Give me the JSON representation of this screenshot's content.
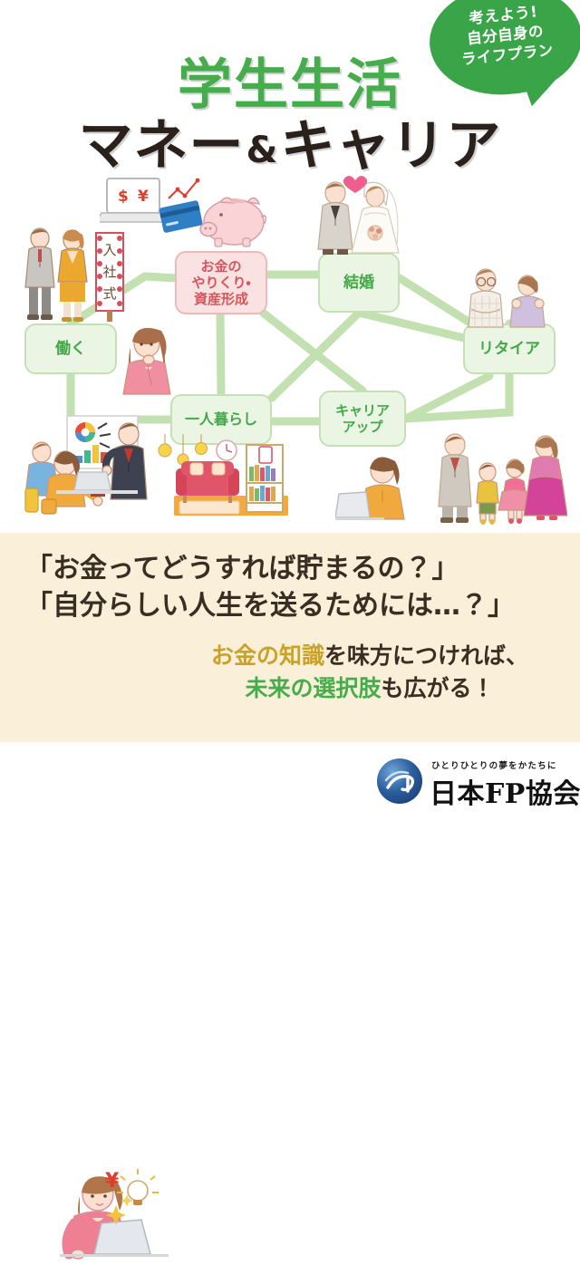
{
  "badge": {
    "lines": [
      "考えよう!",
      "自分自身の",
      "ライフプラン"
    ],
    "color": "#3aa548"
  },
  "title": {
    "line1": "学生生活",
    "line2_a": "マネー",
    "line2_amp": "&",
    "line2_b": "キャリア",
    "line1_color": "#45ad4b",
    "line2_color": "#2b211c"
  },
  "diagram": {
    "nodes": [
      {
        "id": "okane",
        "label": "お金の\nやりくり・\n資産形成",
        "type": "pink",
        "color": "#d4565c"
      },
      {
        "id": "kekkon",
        "label": "結婚",
        "type": "green",
        "color": "#43a847"
      },
      {
        "id": "hataraku",
        "label": "働く",
        "type": "green",
        "color": "#43a847"
      },
      {
        "id": "retire",
        "label": "リタイア",
        "type": "green",
        "color": "#43a847"
      },
      {
        "id": "hitori",
        "label": "一人暮らし",
        "type": "green",
        "color": "#43a847"
      },
      {
        "id": "career",
        "label": "キャリア\nアップ",
        "type": "green",
        "color": "#43a847"
      }
    ],
    "link_color": "#c3e0b0",
    "illustrations": [
      "new-employee-ceremony-illustration",
      "laptop-money-card-piggybank-illustration",
      "wedding-couple-illustration",
      "retired-couple-illustration",
      "thinking-woman-illustration",
      "seminar-presentation-illustration",
      "living-room-illustration",
      "woman-with-laptop-illustration",
      "family-of-four-illustration"
    ],
    "ceremony_sign": "入社式"
  },
  "bottom": {
    "quote1": "「お金ってどうすれば貯まるの？」",
    "quote2": "「自分らしい人生を送るためには…？」",
    "message_line1_highlight": "お金の知識",
    "message_line1_rest": "を味方につければ、",
    "message_line2_highlight": "未来の選択肢",
    "message_line2_rest": "も広がる！",
    "highlight_gold": "#c9a227",
    "highlight_green": "#45ad4b",
    "background": "#faf0da"
  },
  "footer": {
    "logo_tagline": "ひとりひとりの夢をかたちに",
    "logo_name": "日本FP協会",
    "logo_mark_color": "#2d5f9e"
  }
}
